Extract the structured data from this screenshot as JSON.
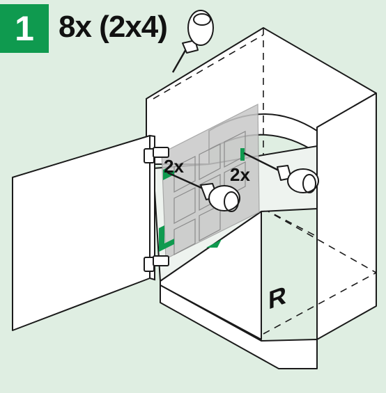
{
  "step": {
    "number": "1",
    "instruction": "8x (2x4)"
  },
  "callouts": {
    "left_count": "2x",
    "right_count": "2x",
    "side_marker": "R"
  },
  "colors": {
    "background": "#dfeee2",
    "accent_green": "#0f9a4f",
    "line": "#1a1a1a",
    "panel_fill": "#ffffff",
    "template_fill": "#c8c8c8"
  },
  "icons": [
    "awl-icon",
    "screw-mark-icon",
    "hinge-icon",
    "arrow-icon"
  ]
}
